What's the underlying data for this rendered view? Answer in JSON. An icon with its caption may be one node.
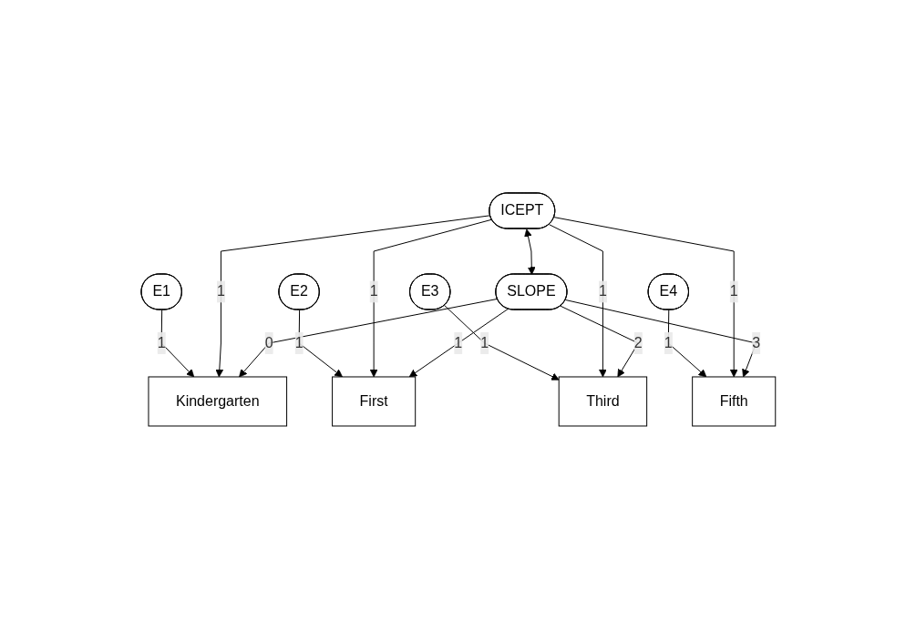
{
  "diagram": {
    "nodes": [
      {
        "text": [
          "E1"
        ]
      },
      {
        "text": [
          "E2"
        ]
      },
      {
        "text": [
          "E3"
        ]
      },
      {
        "text": [
          "E4"
        ]
      },
      {
        "text": [
          "Kindergarten"
        ]
      },
      {
        "text": [
          "First"
        ]
      },
      {
        "text": [
          "Third"
        ]
      },
      {
        "text": [
          "Fifth"
        ]
      },
      {
        "text": [
          "ICEPT"
        ]
      },
      {
        "text": [
          "SLOPE"
        ]
      }
    ],
    "edges": [
      {
        "from": 0,
        "to": 4,
        "arrow": "to",
        "label": "1"
      },
      {
        "from": 1,
        "to": 5,
        "arrow": "to",
        "label": "1"
      },
      {
        "from": 2,
        "to": 6,
        "arrow": "to",
        "label": "1"
      },
      {
        "from": 3,
        "to": 7,
        "arrow": "to",
        "label": "1"
      },
      {
        "from": 8,
        "to": 4,
        "arrow": "to",
        "label": "1"
      },
      {
        "from": 8,
        "to": 5,
        "arrow": "to",
        "label": "1"
      },
      {
        "from": 8,
        "to": 6,
        "arrow": "to",
        "label": "1"
      },
      {
        "from": 8,
        "to": 7,
        "arrow": "to",
        "label": "1"
      },
      {
        "from": 9,
        "to": 4,
        "arrow": "to",
        "label": "0"
      },
      {
        "from": 9,
        "to": 5,
        "arrow": "to",
        "label": "1"
      },
      {
        "from": 9,
        "to": 6,
        "arrow": "to",
        "label": "2"
      },
      {
        "from": 9,
        "to": 7,
        "arrow": "to",
        "label": "3"
      },
      {
        "from": 8,
        "to": 9,
        "arrow": "both"
      }
    ]
  }
}
